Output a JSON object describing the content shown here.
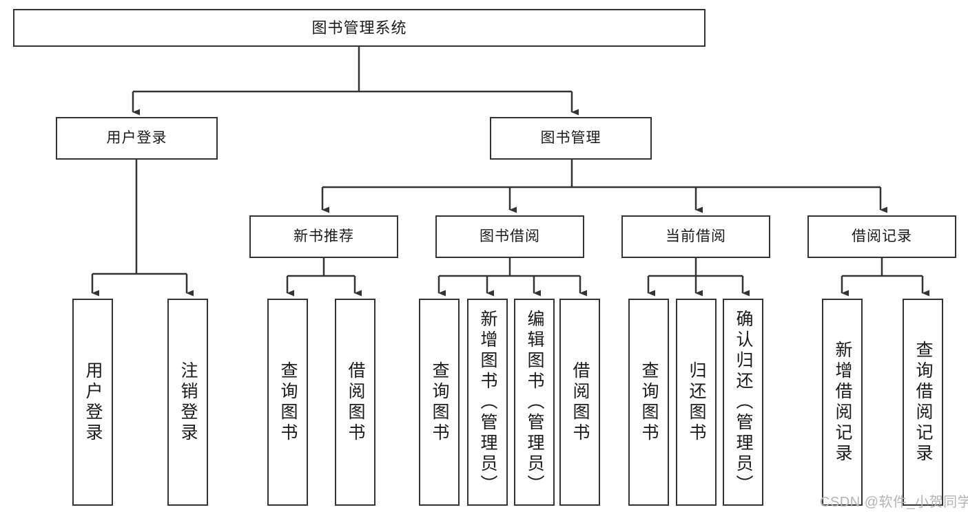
{
  "diagram": {
    "type": "tree",
    "title": "图书管理系统",
    "colors": {
      "box_border": "#333333",
      "box_fill": "#ffffff",
      "edge": "#333333",
      "text": "#1a1a1a",
      "watermark": "#b4b4b4",
      "background": "#ffffff"
    },
    "levels": {
      "root": "图书管理系统",
      "level2": [
        "用户登录",
        "图书管理"
      ],
      "level3": [
        "新书推荐",
        "图书借阅",
        "当前借阅",
        "借阅记录"
      ],
      "leaves": [
        "用户登录",
        "注销登录",
        "查询图书",
        "借阅图书",
        "查询图书",
        "新增图书（管理员）",
        "编辑图书（管理员）",
        "借阅图书",
        "查询图书",
        "归还图书",
        "确认归还（管理员）",
        "新增借阅记录",
        "查询借阅记录"
      ]
    },
    "nodes": {
      "root": {
        "label": "图书管理系统"
      },
      "user_login": {
        "label": "用户登录"
      },
      "book_mgmt": {
        "label": "图书管理"
      },
      "new_book_rec": {
        "label": "新书推荐"
      },
      "book_borrow": {
        "label": "图书借阅"
      },
      "current_borrow": {
        "label": "当前借阅"
      },
      "borrow_record": {
        "label": "借阅记录"
      },
      "leaf_user_login": {
        "label": "用户登录"
      },
      "leaf_logout": {
        "label": "注销登录"
      },
      "leaf_query_book_a": {
        "label": "查询图书"
      },
      "leaf_borrow_book_a": {
        "label": "借阅图书"
      },
      "leaf_query_book_b": {
        "label": "查询图书"
      },
      "leaf_add_book": {
        "label": "新增图书（管理员）"
      },
      "leaf_edit_book": {
        "label": "编辑图书（管理员）"
      },
      "leaf_borrow_book_b": {
        "label": "借阅图书"
      },
      "leaf_query_book_c": {
        "label": "查询图书"
      },
      "leaf_return_book": {
        "label": "归还图书"
      },
      "leaf_confirm_return": {
        "label": "确认归还（管理员）"
      },
      "leaf_add_record": {
        "label": "新增借阅记录"
      },
      "leaf_query_record": {
        "label": "查询借阅记录"
      }
    },
    "edges": [
      {
        "from": "root",
        "to": "user_login"
      },
      {
        "from": "root",
        "to": "book_mgmt"
      },
      {
        "from": "user_login",
        "to": "leaf_user_login"
      },
      {
        "from": "user_login",
        "to": "leaf_logout"
      },
      {
        "from": "book_mgmt",
        "to": "new_book_rec"
      },
      {
        "from": "book_mgmt",
        "to": "book_borrow"
      },
      {
        "from": "book_mgmt",
        "to": "current_borrow"
      },
      {
        "from": "book_mgmt",
        "to": "borrow_record"
      },
      {
        "from": "new_book_rec",
        "to": "leaf_query_book_a"
      },
      {
        "from": "new_book_rec",
        "to": "leaf_borrow_book_a"
      },
      {
        "from": "book_borrow",
        "to": "leaf_query_book_b"
      },
      {
        "from": "book_borrow",
        "to": "leaf_add_book"
      },
      {
        "from": "book_borrow",
        "to": "leaf_edit_book"
      },
      {
        "from": "book_borrow",
        "to": "leaf_borrow_book_b"
      },
      {
        "from": "current_borrow",
        "to": "leaf_query_book_c"
      },
      {
        "from": "current_borrow",
        "to": "leaf_return_book"
      },
      {
        "from": "current_borrow",
        "to": "leaf_confirm_return"
      },
      {
        "from": "borrow_record",
        "to": "leaf_add_record"
      },
      {
        "from": "borrow_record",
        "to": "leaf_query_record"
      }
    ]
  },
  "watermark": {
    "text": "CSDN @软件_小贺同学"
  }
}
